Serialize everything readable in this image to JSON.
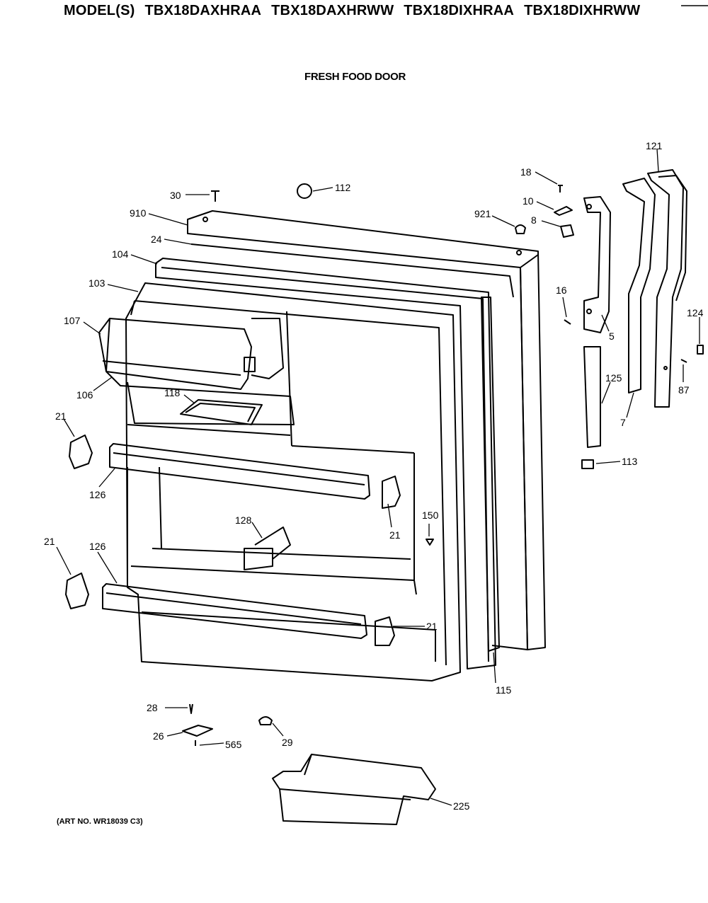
{
  "header": {
    "models_prefix": "MODEL(S)",
    "models": [
      "TBX18DAXHRAA",
      "TBX18DAXHRWW",
      "TBX18DIXHRAA",
      "TBX18DIXHRWW"
    ],
    "subtitle": "FRESH FOOD DOOR"
  },
  "footer": {
    "art_number": "(ART NO. WR18039 C3)"
  },
  "parts": {
    "p30": "30",
    "p112": "112",
    "p910": "910",
    "p24": "24",
    "p104": "104",
    "p103": "103",
    "p107": "107",
    "p106": "106",
    "p118": "118",
    "p21a": "21",
    "p126a": "126",
    "p21b": "21",
    "p126b": "126",
    "p128": "128",
    "p21c": "21",
    "p150": "150",
    "p21d": "21",
    "p115": "115",
    "p18": "18",
    "p10": "10",
    "p921": "921",
    "p8": "8",
    "p16": "16",
    "p5": "5",
    "p121": "121",
    "p124": "124",
    "p125": "125",
    "p87": "87",
    "p7": "7",
    "p113": "113",
    "p28": "28",
    "p26": "26",
    "p565": "565",
    "p29": "29",
    "p225": "225"
  }
}
